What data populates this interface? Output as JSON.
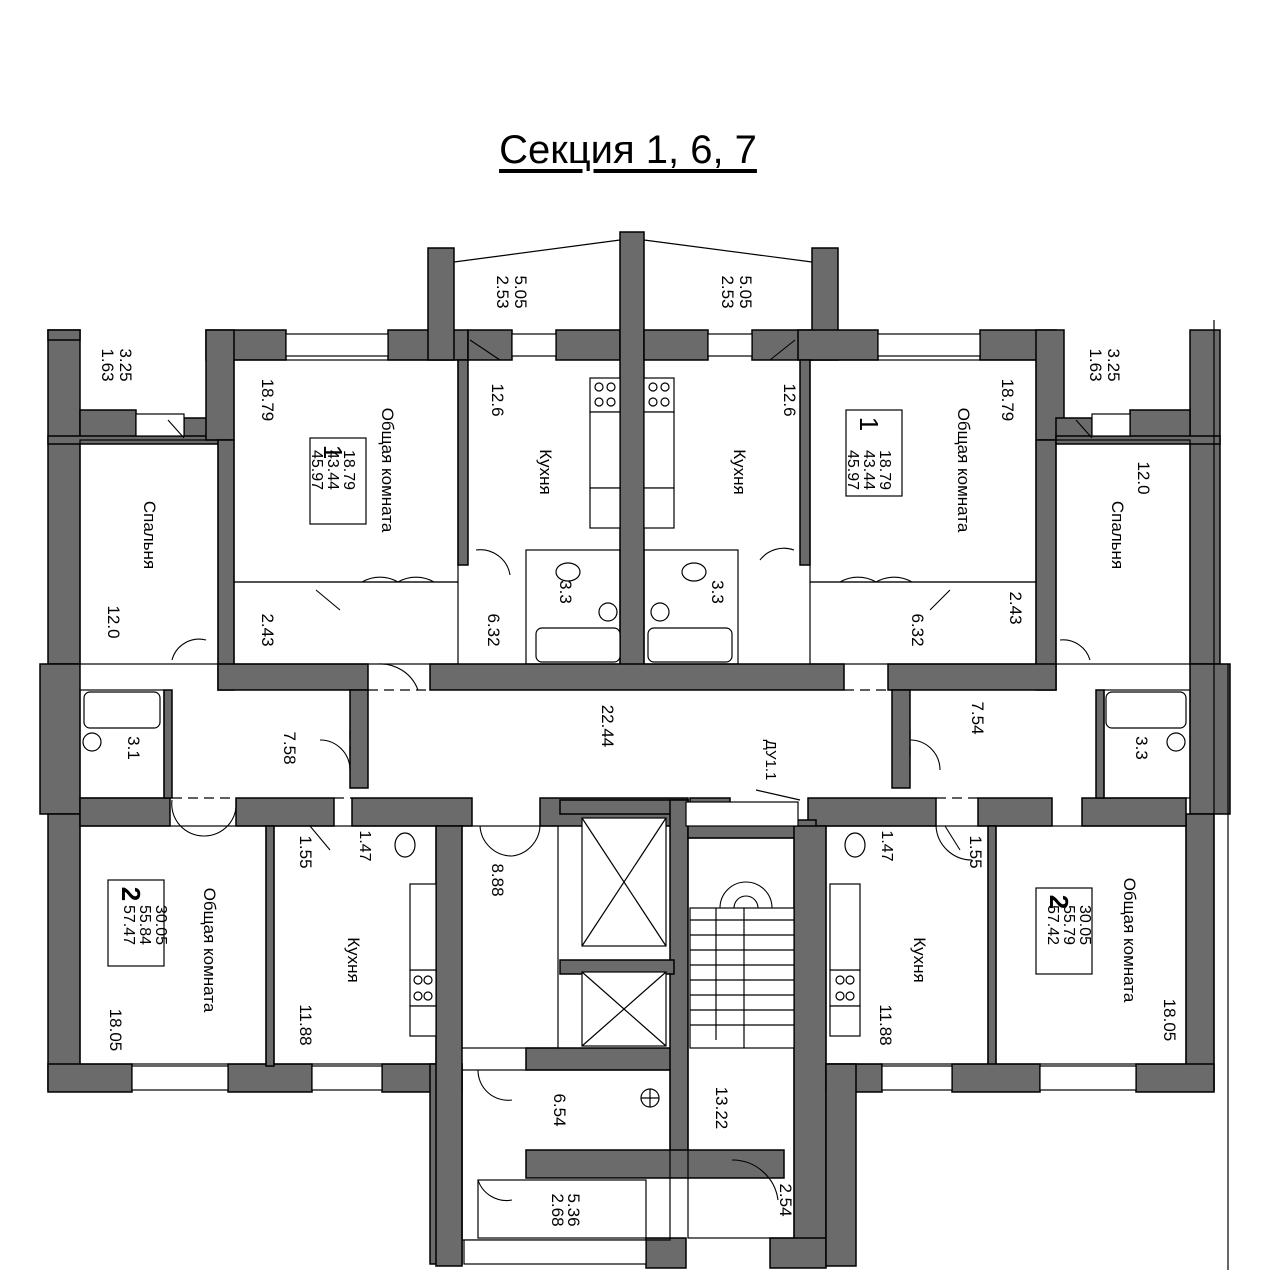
{
  "title": "Секция 1, 6, 7",
  "labels": {
    "bal_l_a": "3.25",
    "bal_l_b": "1.63",
    "bal_r_a": "3.25",
    "bal_r_b": "1.63",
    "loggia_l_a": "5.05",
    "loggia_l_b": "2.53",
    "loggia_r_a": "5.05",
    "loggia_r_b": "2.53",
    "tl_living_area": "18.79",
    "tl_living_name": "Общая комната",
    "tl_box_num": "1",
    "tl_box_a": "18.79",
    "tl_box_b": "43.44",
    "tl_box_c": "45.97",
    "tl_kitchen_area": "12.6",
    "tl_kitchen_name": "Кухня",
    "tr_kitchen_area": "12.6",
    "tr_kitchen_name": "Кухня",
    "tr_living_area": "18.79",
    "tr_living_name": "Общая комната",
    "tr_box_num": "1",
    "tr_box_a": "18.79",
    "tr_box_b": "43.44",
    "tr_box_c": "45.97",
    "l_bed_name": "Спальня",
    "l_bed_area": "12.0",
    "r_bed_name": "Спальня",
    "r_bed_area": "12.0",
    "tl_hall": "2.43",
    "tl_corr": "6.32",
    "tl_bath": "3.3",
    "tr_bath": "3.3",
    "tr_corr": "6.32",
    "tr_hall": "2.43",
    "l_bath": "3.1",
    "l_corr": "7.58",
    "corridor": "22.44",
    "r_corr": "7.54",
    "r_bath": "3.3",
    "du": "ДУ1.1",
    "bl_wc_a": "1.55",
    "bl_wc_b": "1.47",
    "br_wc_a": "1.47",
    "br_wc_b": "1.55",
    "bl_box_num": "2",
    "bl_box_a": "30.05",
    "bl_box_b": "55.84",
    "bl_box_c": "57.47",
    "bl_living_name": "Общая комната",
    "bl_living_area": "18.05",
    "bl_kitchen_name": "Кухня",
    "bl_kitchen_area": "11.88",
    "lift_hall": "8.88",
    "lobby": "6.54",
    "stair": "13.22",
    "vest_a": "5.36",
    "vest_b": "2.68",
    "vest_c": "2.54",
    "br_kitchen_name": "Кухня",
    "br_kitchen_area": "11.88",
    "br_box_num": "2",
    "br_box_a": "30.05",
    "br_box_b": "55.79",
    "br_box_c": "57.42",
    "br_living_name": "Общая комната",
    "br_living_area": "18.05"
  }
}
